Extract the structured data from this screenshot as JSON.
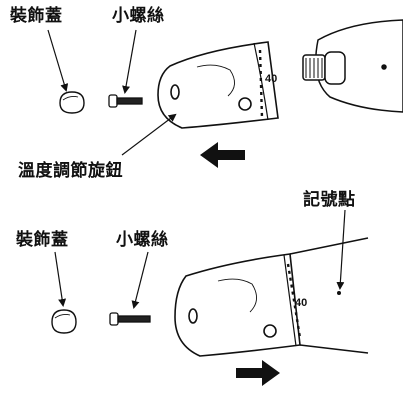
{
  "top_diagram": {
    "labels": {
      "cap": "裝飾蓋",
      "screw": "小螺絲",
      "knob": "溫度調節旋鈕"
    },
    "scale_mark": "40",
    "arrow_direction": "left"
  },
  "bottom_diagram": {
    "labels": {
      "cap": "裝飾蓋",
      "screw": "小螺絲",
      "mark": "記號點"
    },
    "scale_mark": "40",
    "arrow_direction": "right"
  }
}
